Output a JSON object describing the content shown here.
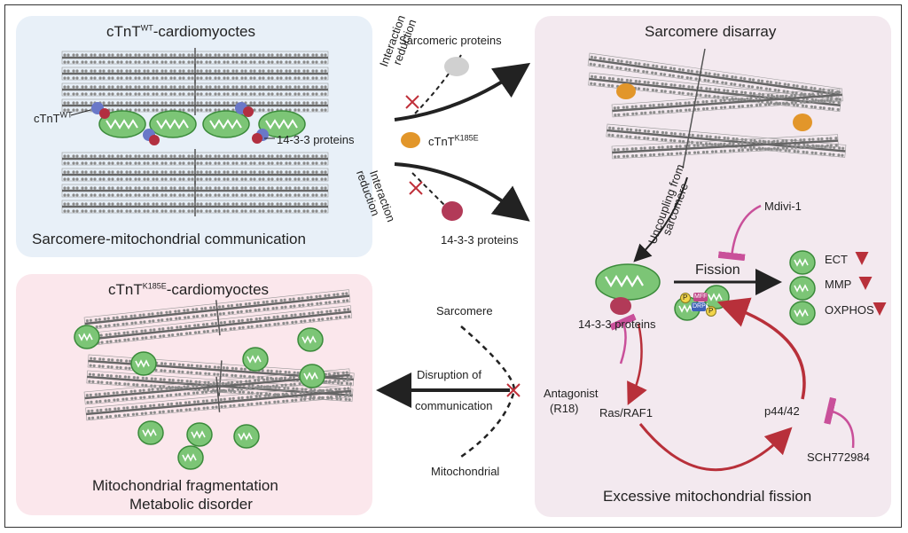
{
  "panels": {
    "wt": {
      "title": "cTnT",
      "title_sup": "WT",
      "title_suffix": "-cardiomyoctes",
      "ctnt_label": "cTnT",
      "ctnt_sup": "WT",
      "protein_label": "14-3-3 proteins",
      "caption": "Sarcomere-mitochondrial communication"
    },
    "k185e": {
      "title": "cTnT",
      "title_sup": "K185E",
      "title_suffix": "-cardiomyoctes",
      "caption_line1": "Mitochondrial fragmentation",
      "caption_line2": "Metabolic disorder"
    },
    "right": {
      "title": "Sarcomere disarray",
      "uncoupling_line1": "Uncoupling from",
      "uncoupling_line2": "sarcomere",
      "mdivi": "Mdivi-1",
      "fission": "Fission",
      "ect": "ECT",
      "mmp": "MMP",
      "oxphos": "OXPHOS",
      "protein_label": "14-3-3 proteins",
      "antagonist_line1": "Antagonist",
      "antagonist_line2": "(R18)",
      "ras": "Ras/RAF1",
      "p44": "p44/42",
      "sch": "SCH772984",
      "mff": "MFF",
      "drp1": "DRP1",
      "phospho": "P",
      "caption": "Excessive mitochondrial fission"
    }
  },
  "middle": {
    "sarcomeric": "Sarcomeric proteins",
    "interaction": "Interaction",
    "reduction": "reduction",
    "ctnt_label": "cTnT",
    "ctnt_sup": "K185E",
    "protein_label": "14-3-3 proteins",
    "sarcomere": "Sarcomere",
    "disruption_line1": "Disruption of",
    "disruption_line2": "communication",
    "mitochondrial": "Mitochondrial"
  }
}
